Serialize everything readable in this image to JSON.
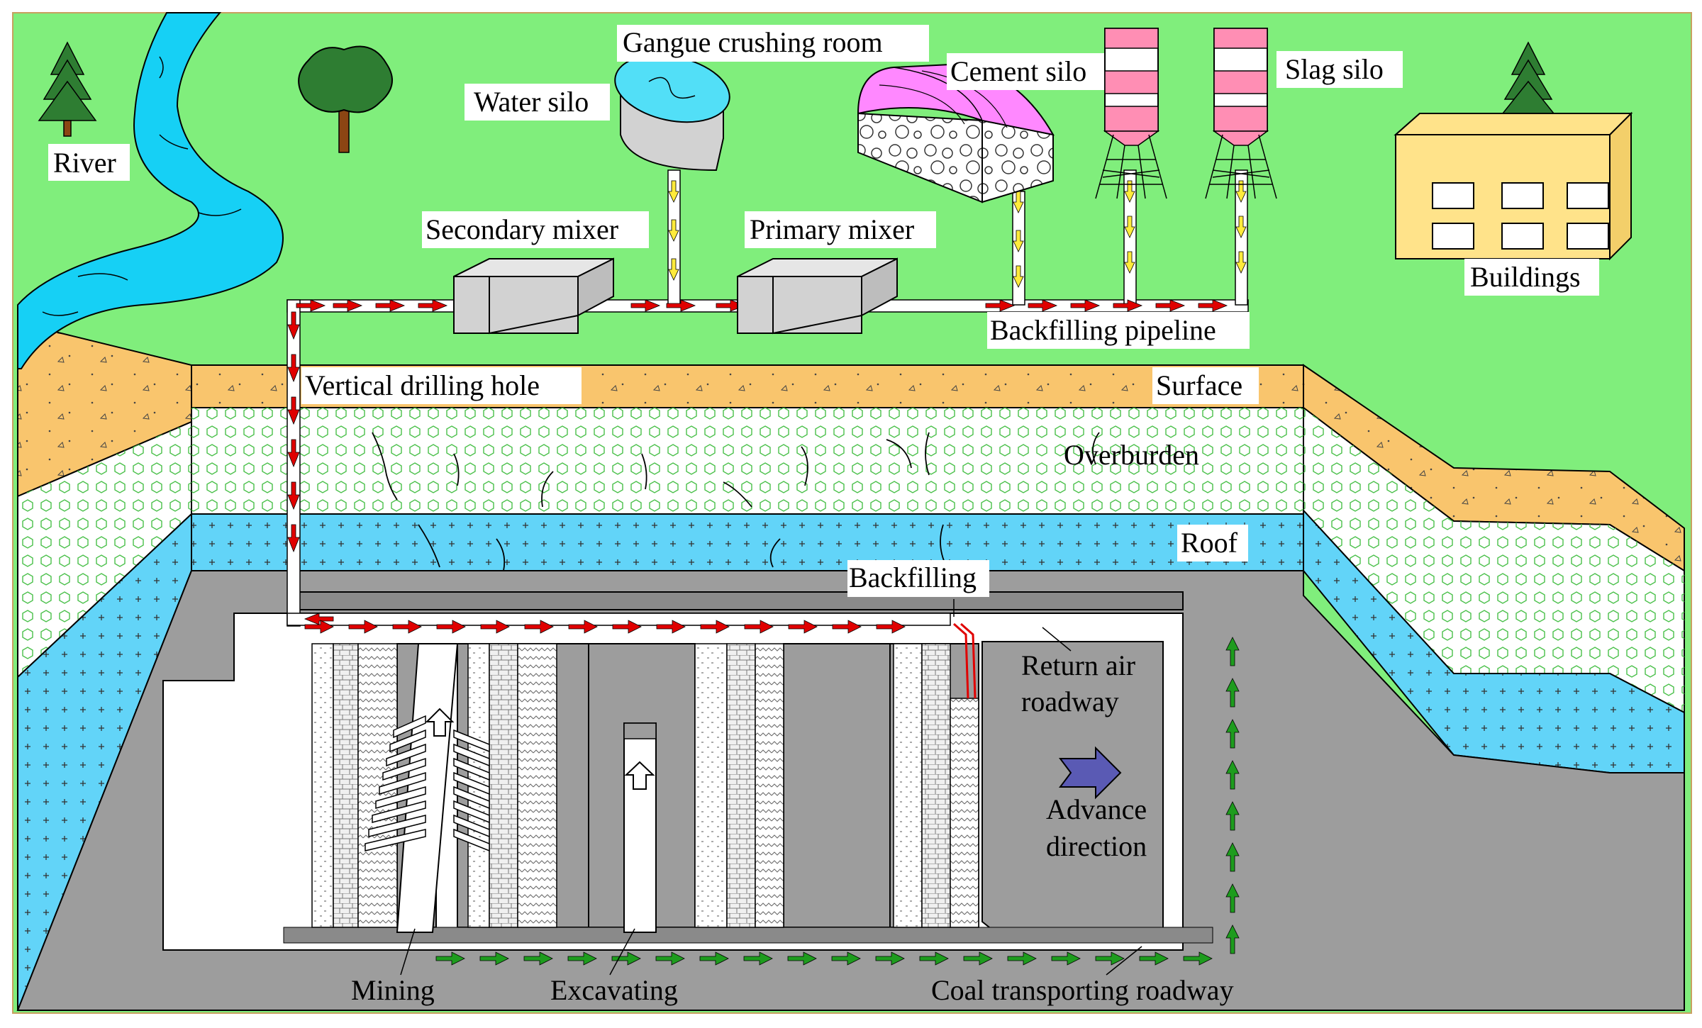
{
  "labels": {
    "river": "River",
    "water_silo": "Water silo",
    "gangue_crushing_room": "Gangue crushing room",
    "cement_silo": "Cement silo",
    "slag_silo": "Slag silo",
    "buildings": "Buildings",
    "secondary_mixer": "Secondary mixer",
    "primary_mixer": "Primary mixer",
    "backfilling_pipeline": "Backfilling pipeline",
    "vertical_drilling_hole": "Vertical drilling hole",
    "surface": "Surface",
    "overburden": "Overburden",
    "roof": "Roof",
    "backfilling": "Backfilling",
    "return_air_line1": "Return air",
    "return_air_line2": "roadway",
    "advance_line1": "Advance",
    "advance_line2": "direction",
    "mining": "Mining",
    "excavating": "Excavating",
    "coal_transporting_roadway": "Coal transporting roadway"
  },
  "colors": {
    "ground": "#80ee7c",
    "surface_layer": "#f9c56d",
    "overburden": "#ffffff",
    "overburden_pattern": "#49c049",
    "roof_layer": "#62d4f8",
    "coal_seam": "#9d9d9d",
    "river": "#16d0f5",
    "roadway": "#ffffff",
    "slurry_arrow": "#e00000",
    "coal_arrow": "#1e9c1e",
    "advance_arrow": "#5a5ab4",
    "silo_pink": "#ff8eb4",
    "cement_roof": "#ff88ff",
    "building": "#ffe38a",
    "mixer": "#d2d2d2",
    "water_tank": "#52dff7",
    "tree": "#2e7d32",
    "trunk": "#8b4513"
  },
  "icons": [
    "pine-tree-icon",
    "round-tree-icon",
    "water-silo-icon",
    "gangue-crushing-room-icon",
    "cement-silo-icon",
    "slag-silo-icon",
    "building-icon",
    "mixer-icon",
    "advance-arrow-icon",
    "up-arrow-icon"
  ]
}
